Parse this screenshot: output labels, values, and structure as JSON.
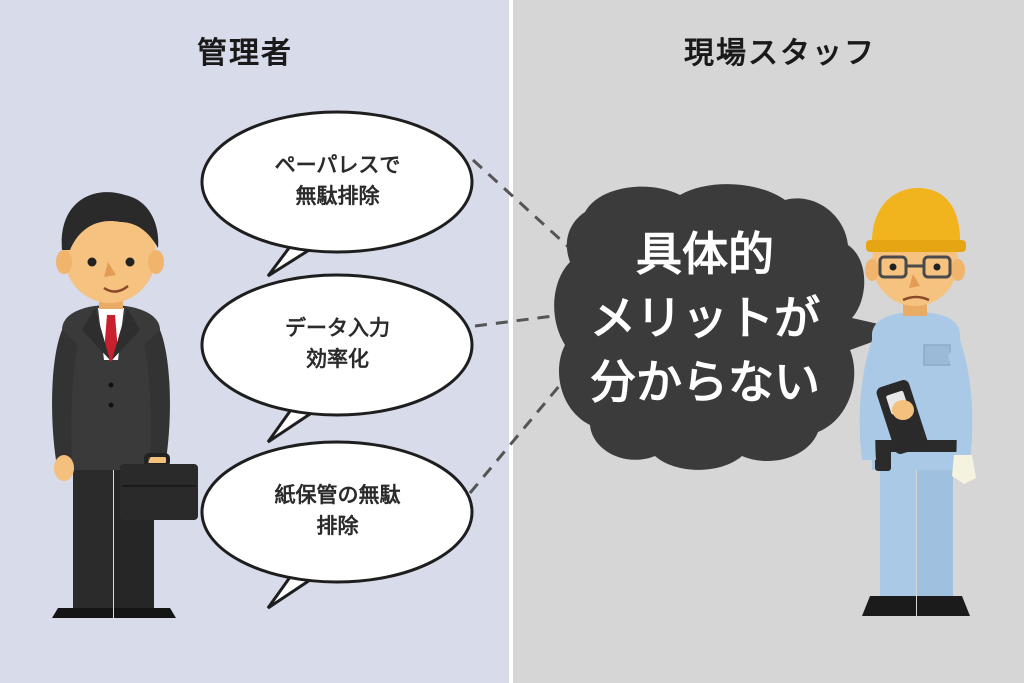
{
  "headings": {
    "manager": "管理者",
    "staff": "現場スタッフ"
  },
  "manager_bubbles": [
    {
      "line1": "ペーパレスで",
      "line2": "無駄排除"
    },
    {
      "line1": "データ入力",
      "line2": "効率化"
    },
    {
      "line1": "紙保管の無駄",
      "line2": "排除"
    }
  ],
  "staff_bubble": {
    "line1": "具体的",
    "line2": "メリットが",
    "line3": "分からない"
  },
  "colors": {
    "left_bg": "#d7dbea",
    "right_bg": "#d6d6d6",
    "bubble_dark": "#3b3b3b",
    "helmet": "#f2b41e",
    "uniform": "#a9c9e6"
  }
}
